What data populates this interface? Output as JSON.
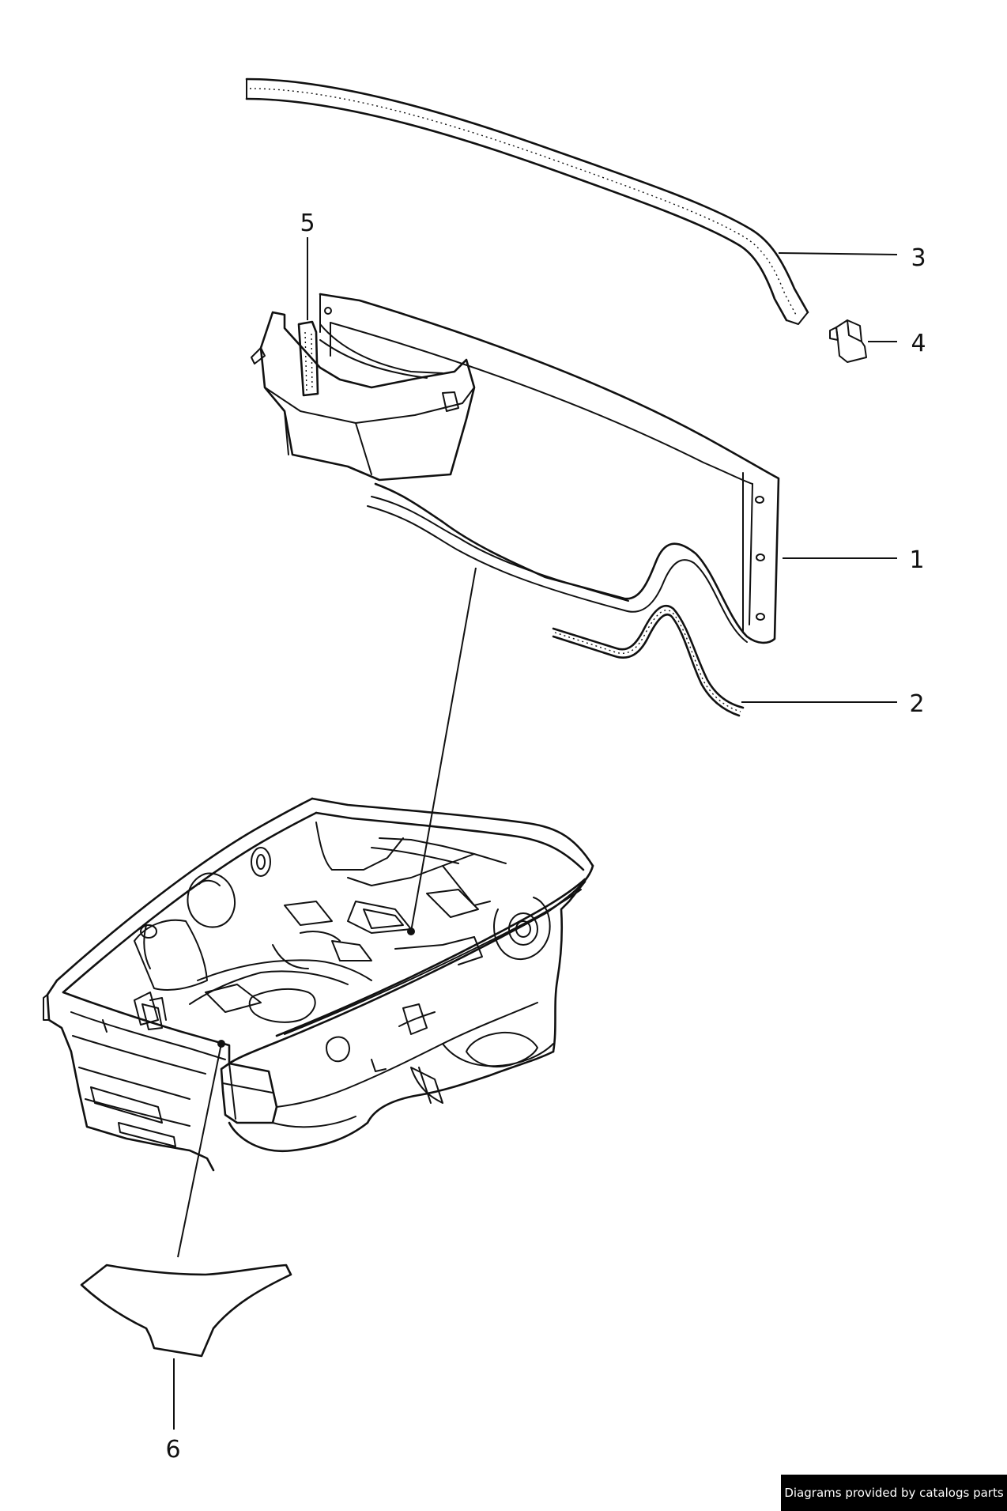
{
  "diagram": {
    "callouts": [
      {
        "id": "1",
        "label": "1"
      },
      {
        "id": "2",
        "label": "2"
      },
      {
        "id": "3",
        "label": "3"
      },
      {
        "id": "4",
        "label": "4"
      },
      {
        "id": "5",
        "label": "5"
      },
      {
        "id": "6",
        "label": "6"
      }
    ]
  },
  "credit": {
    "text": "Diagrams provided by catalogs parts"
  },
  "colors": {
    "line": "#111111",
    "background": "#ffffff",
    "credit_bg": "#000000",
    "credit_text": "#ffffff"
  }
}
